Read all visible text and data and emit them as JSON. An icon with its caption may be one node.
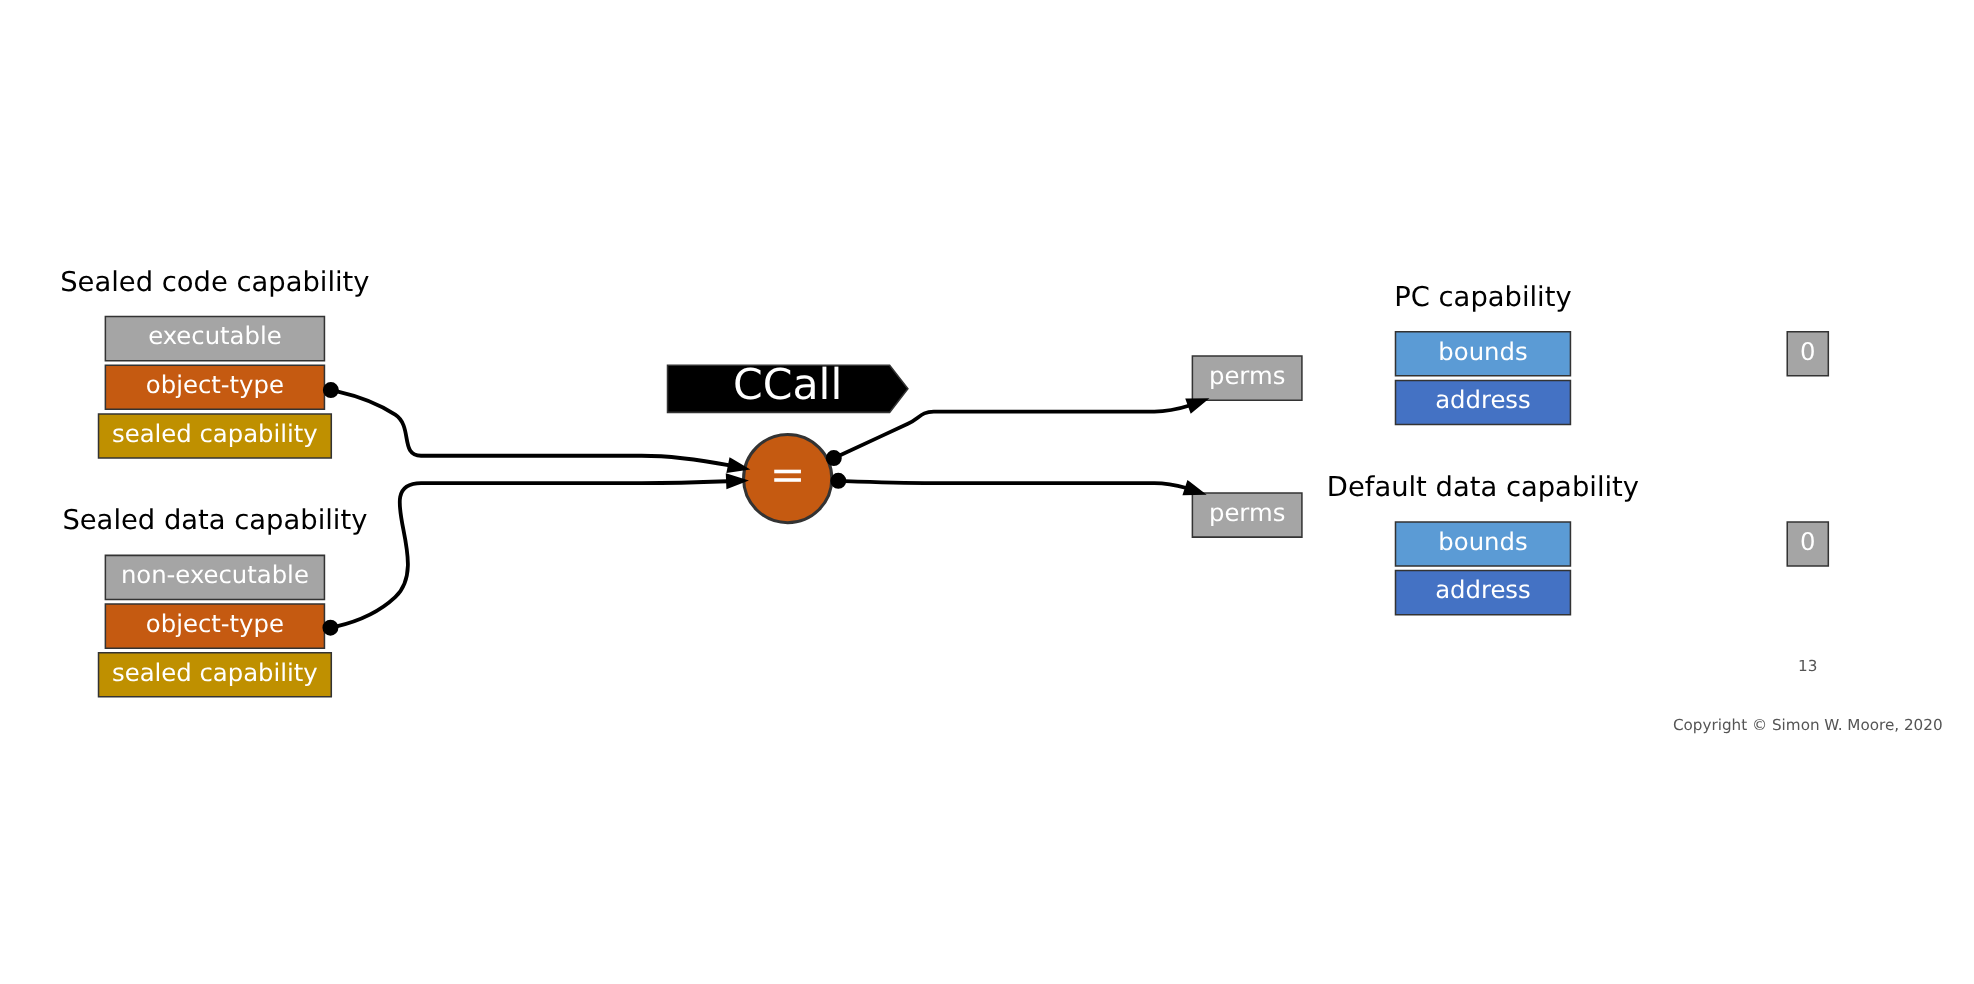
{
  "diagram": {
    "nodes": [
      {
        "text": [
          "CCall"
        ]
      },
      {
        "text": [
          "executable"
        ]
      },
      {
        "text": [
          "object-type"
        ]
      },
      {
        "text": [
          "sealed capability"
        ]
      },
      {
        "text": [
          "non-executable"
        ]
      },
      {
        "text": [
          "object-type"
        ]
      },
      {
        "text": [
          "sealed capability"
        ]
      },
      {
        "text": [
          "="
        ]
      },
      {
        "text": [
          "perms"
        ]
      },
      {
        "text": [
          "bounds"
        ]
      },
      {
        "text": [
          "0"
        ]
      },
      {
        "text": [
          "address"
        ]
      },
      {
        "text": [
          "perms"
        ]
      },
      {
        "text": [
          "bounds"
        ]
      },
      {
        "text": [
          "0"
        ]
      },
      {
        "text": [
          "address"
        ]
      }
    ],
    "edges": [
      {
        "from": 2,
        "to": 7,
        "arrow": "to"
      },
      {
        "from": 5,
        "to": 7,
        "arrow": "to"
      },
      {
        "from": 7,
        "to": 8,
        "arrow": "to"
      },
      {
        "from": 7,
        "to": 12,
        "arrow": "to"
      }
    ],
    "labels": [
      "Sealed code capability",
      "PC capability",
      "Sealed data capability",
      "Default data capability",
      "13",
      "Copyright © Simon W. Moore, 2020"
    ]
  }
}
